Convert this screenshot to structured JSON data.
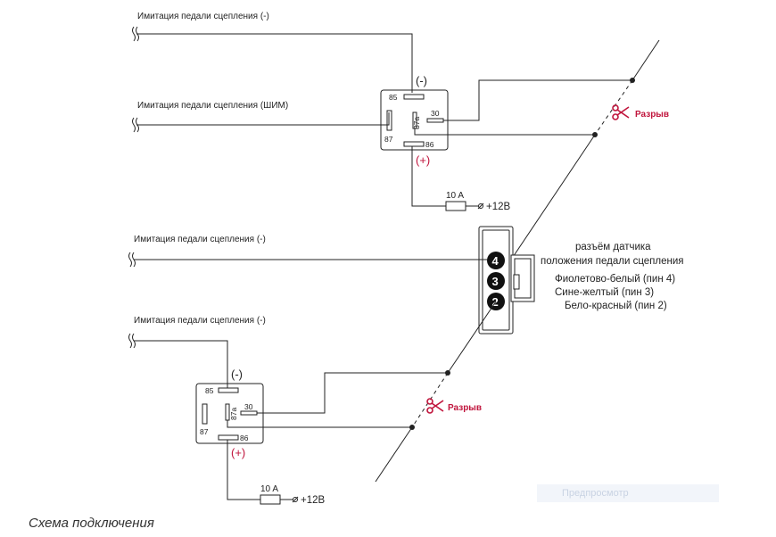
{
  "inputs": {
    "top_minus": "Имитация педали сцепления (-)",
    "top_pwm": "Имитация педали сцепления (ШИМ)",
    "mid_minus": "Имитация педали сцепления (-)",
    "bottom_minus": "Имитация педали сцепления (-)"
  },
  "relay_pins": {
    "p85": "85",
    "p86": "86",
    "p87": "87",
    "p87a": "87a",
    "p30": "30"
  },
  "polarity": {
    "minus": "(-)",
    "plus": "(+)"
  },
  "fuse": {
    "rating": "10 A",
    "supply": "+12В"
  },
  "break_label": "Разрыв",
  "connector": {
    "title_line1": "разъём датчика",
    "title_line2": "положения педали сцепления",
    "pins": [
      {
        "num": "4",
        "wire": "Фиолетово-белый (пин 4)"
      },
      {
        "num": "3",
        "wire": "Сине-желтый (пин 3)"
      },
      {
        "num": "2",
        "wire": "Бело-красный (пин 2)"
      }
    ]
  },
  "caption": "Схема подключения",
  "watermark": "Предпросмотр",
  "colors": {
    "accent": "#c0143c",
    "line": "#222222"
  }
}
